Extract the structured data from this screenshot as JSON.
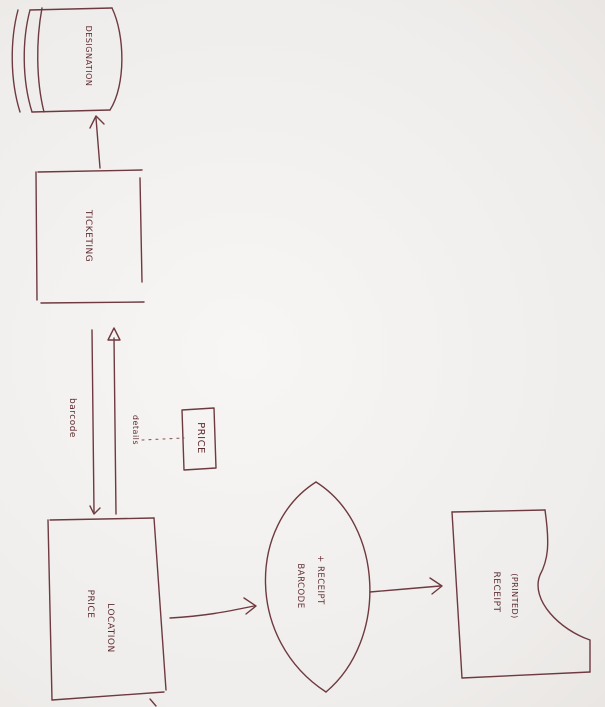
{
  "diagram": {
    "colors": {
      "ink": "#6e3a3f",
      "paper": "#f4f2f0"
    },
    "labels": {
      "database": "DESIGNATION",
      "system_box": "TICKETING",
      "barcode_arrow": "barcode",
      "details_arrow": "details",
      "price_note": "PRICE",
      "price_location_line1": "PRICE",
      "price_location_line2": "LOCATION",
      "barcode_receipt_line1": "BARCODE",
      "barcode_receipt_line2": "+ RECEIPT",
      "receipt_line1": "RECEIPT",
      "receipt_line2": "(PRINTED)"
    }
  }
}
